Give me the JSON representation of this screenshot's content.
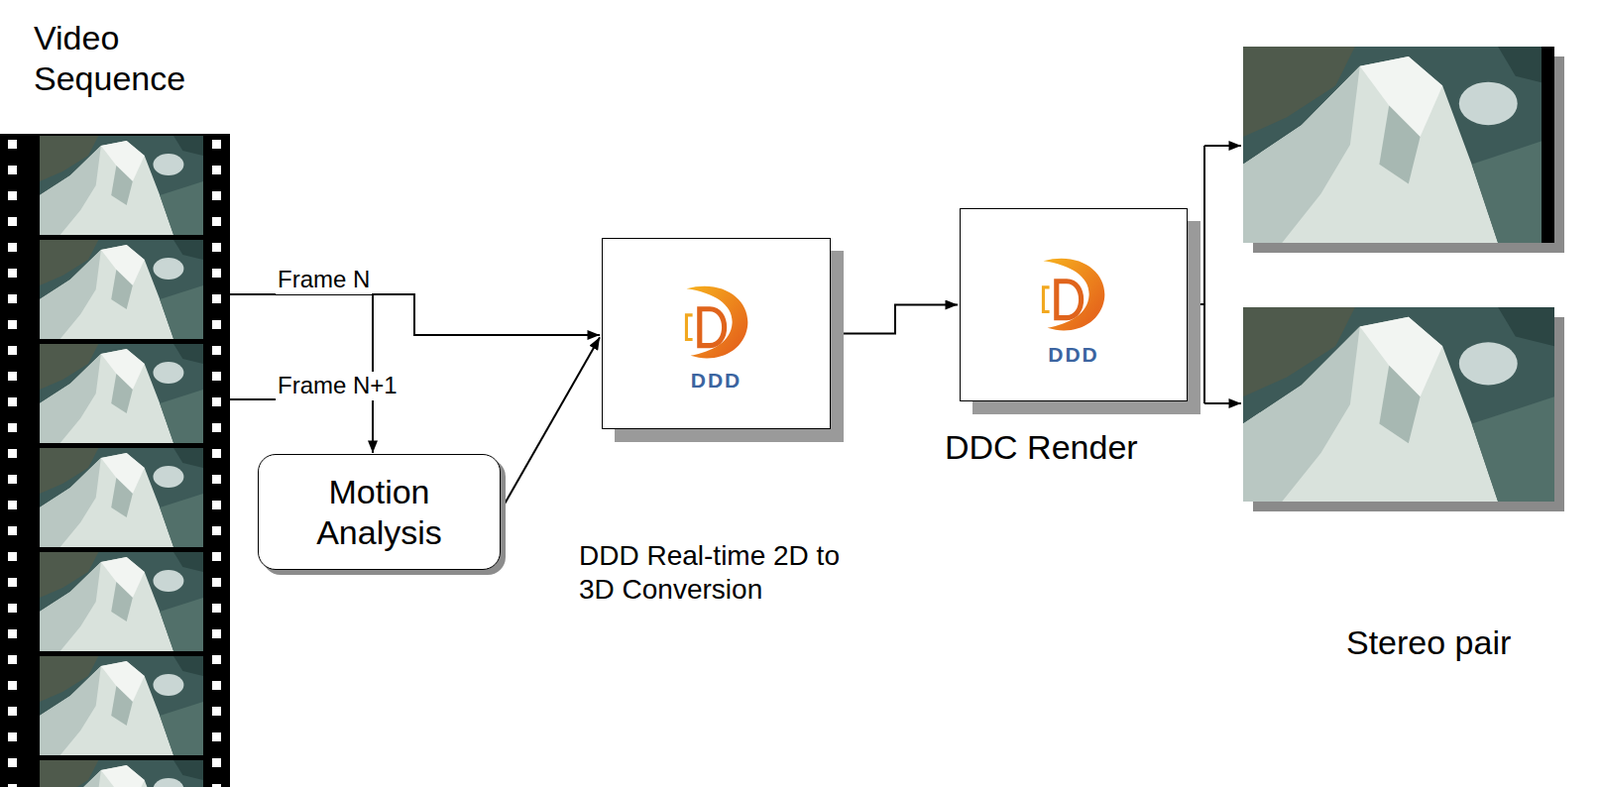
{
  "diagram": {
    "nodes": [
      {
        "text": [
          "Motion Analysis"
        ]
      },
      {
        "text": [
          "DDD",
          "DDD Real-time 2D to 3D Conversion"
        ]
      },
      {
        "text": [
          "DDD",
          "DDC Render"
        ]
      }
    ],
    "edges": [
      {
        "from": 0,
        "to": 1,
        "arrow": "to"
      },
      {
        "from": 1,
        "to": 2,
        "arrow": "to"
      }
    ],
    "labels": [
      "Video Sequence",
      "Frame N",
      "Frame N+1",
      "Stereo pair"
    ]
  }
}
